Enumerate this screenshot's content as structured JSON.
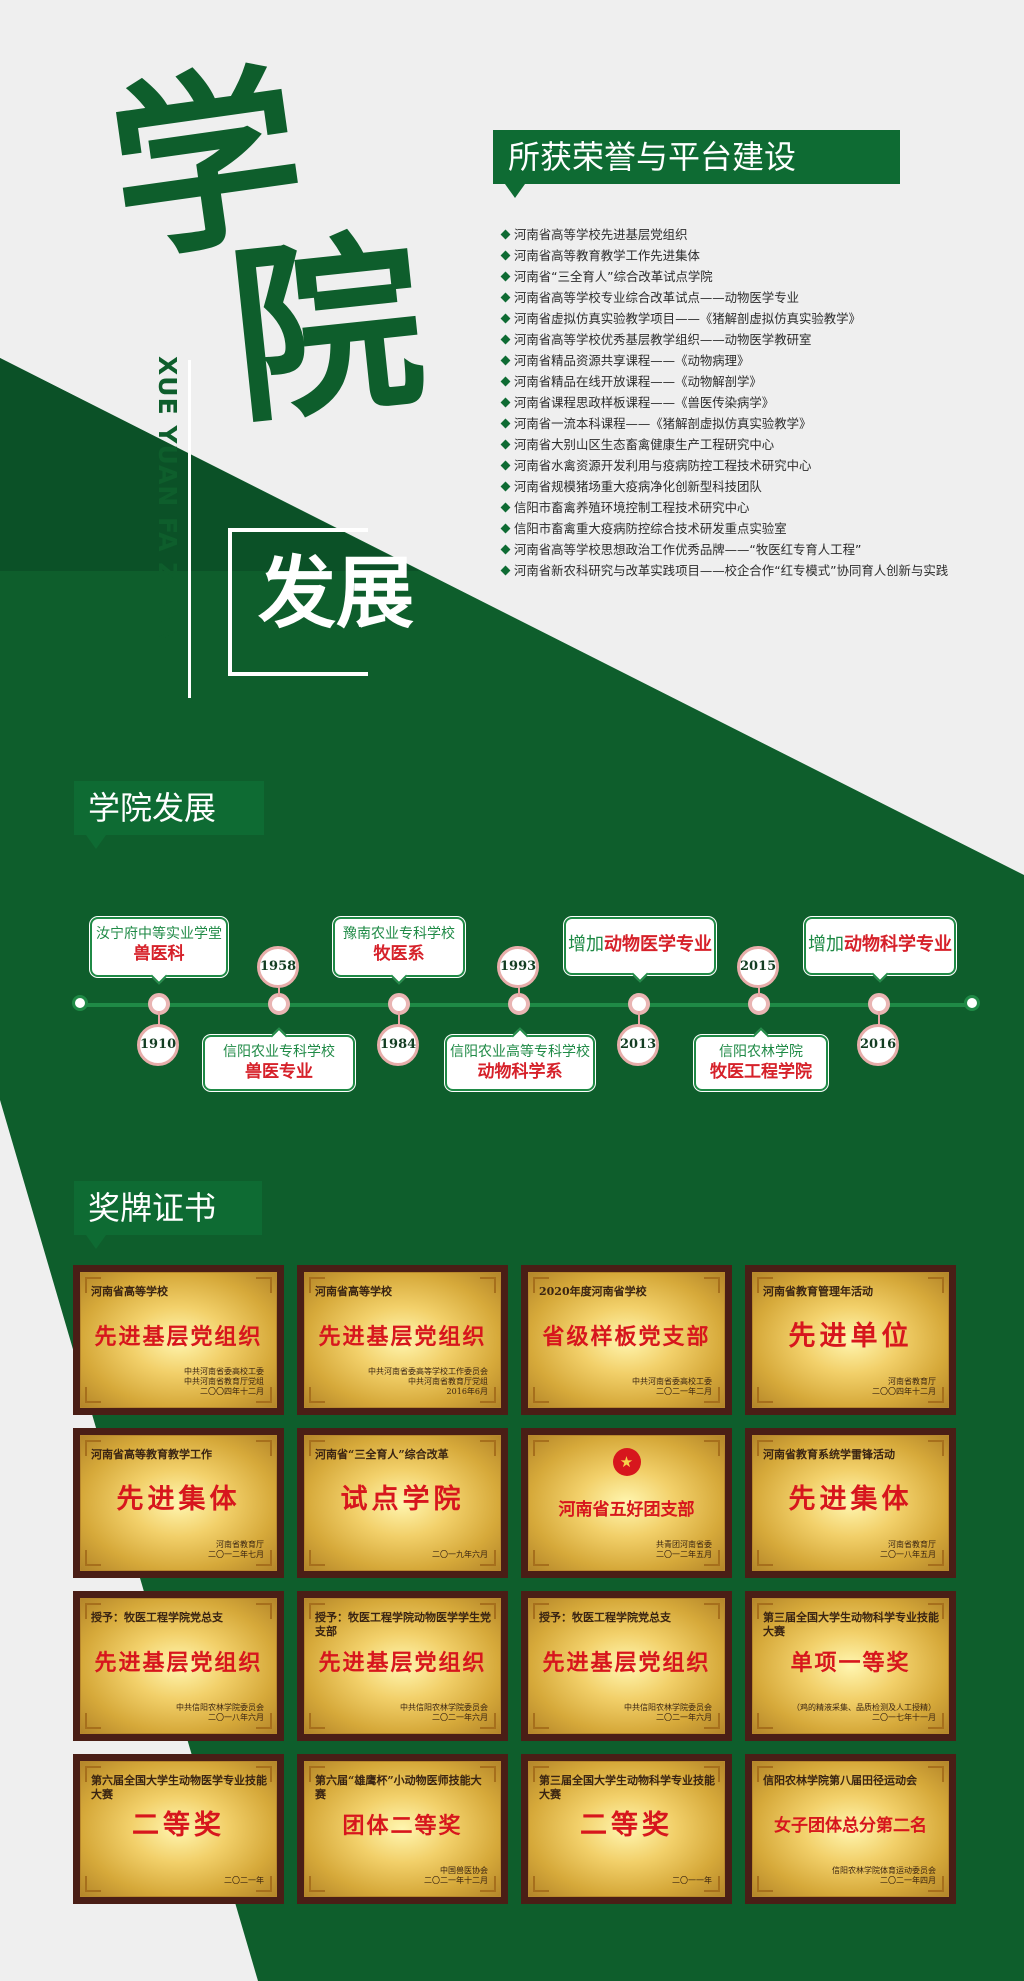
{
  "colors": {
    "green_dark": "#0e5e2c",
    "green": "#1f8a46",
    "red": "#d6212a",
    "background": "#efefef"
  },
  "hero": {
    "char1": "学",
    "char2": "院",
    "pinyin": "XUE YUAN FA ZHAN",
    "subtitle": "发展"
  },
  "honors": {
    "heading": "所获荣誉与平台建设",
    "items": [
      "河南省高等学校先进基层党组织",
      "河南省高等教育教学工作先进集体",
      "河南省“三全育人”综合改革试点学院",
      "河南省高等学校专业综合改革试点——动物医学专业",
      "河南省虚拟仿真实验教学项目——《猪解剖虚拟仿真实验教学》",
      "河南省高等学校优秀基层教学组织——动物医学教研室",
      "河南省精品资源共享课程——《动物病理》",
      "河南省精品在线开放课程——《动物解剖学》",
      "河南省课程思政样板课程——《兽医传染病学》",
      "河南省一流本科课程——《猪解剖虚拟仿真实验教学》",
      "河南省大别山区生态畜禽健康生产工程研究中心",
      "河南省水禽资源开发利用与疫病防控工程技术研究中心",
      "河南省规模猪场重大疫病净化创新型科技团队",
      "信阳市畜禽养殖环境控制工程技术研究中心",
      "信阳市畜禽重大疫病防控综合技术研发重点实验室",
      "河南省高等学校思想政治工作优秀品牌——“牧医红专育人工程”",
      "河南省新农科研究与改革实践项目——校企合作“红专模式”协同育人创新与实践"
    ]
  },
  "timeline": {
    "heading": "学院发展",
    "years": [
      "1910",
      "1958",
      "1984",
      "1993",
      "2013",
      "2015",
      "2016"
    ],
    "events": [
      {
        "line1": "汝宁府中等实业学堂",
        "line2": "兽医科"
      },
      {
        "line1": "信阳农业专科学校",
        "line2": "兽医专业"
      },
      {
        "line1": "豫南农业专科学校",
        "line2": "牧医系"
      },
      {
        "line1": "信阳农业高等专科学校",
        "line2": "动物科学系"
      },
      {
        "line1": "增加",
        "line2": "动物医学专业"
      },
      {
        "line1": "信阳农林学院",
        "line2": "牧医工程学院"
      },
      {
        "line1": "增加",
        "line2": "动物科学专业"
      }
    ]
  },
  "awards": {
    "heading": "奖牌证书",
    "plaques": [
      {
        "head": "河南省高等学校",
        "title": "先进基层党组织",
        "foot1": "中共河南省委高校工委",
        "foot2": "中共河南省教育厅党组",
        "foot3": "二〇〇四年十二月"
      },
      {
        "head": "河南省高等学校",
        "title": "先进基层党组织",
        "foot1": "中共河南省委高等学校工作委员会",
        "foot2": "中共河南省教育厅党组",
        "foot3": "2016年6月"
      },
      {
        "head": "2020年度河南省学校",
        "title": "省级样板党支部",
        "foot1": "中共河南省委高校工委",
        "foot2": "二〇二一年二月",
        "foot3": ""
      },
      {
        "head": "河南省教育管理年活动",
        "title": "先进单位",
        "foot1": "河南省教育厅",
        "foot2": "二〇〇四年十二月",
        "foot3": ""
      },
      {
        "head": "河南省高等教育教学工作",
        "title": "先进集体",
        "foot1": "河南省教育厅",
        "foot2": "二〇一二年七月",
        "foot3": ""
      },
      {
        "head": "河南省“三全育人”综合改革",
        "title": "试点学院",
        "foot1": "二〇一九年六月",
        "foot2": "",
        "foot3": ""
      },
      {
        "head": "",
        "title": "河南省五好团支部",
        "foot1": "共青团河南省委",
        "foot2": "二〇一二年五月",
        "foot3": ""
      },
      {
        "head": "河南省教育系统学雷锋活动",
        "title": "先进集体",
        "foot1": "河南省教育厅",
        "foot2": "二〇一八年五月",
        "foot3": ""
      },
      {
        "head": "授予：牧医工程学院党总支",
        "title": "先进基层党组织",
        "foot1": "中共信阳农林学院委员会",
        "foot2": "二〇一八年六月",
        "foot3": ""
      },
      {
        "head": "授予：牧医工程学院动物医学学生党支部",
        "title": "先进基层党组织",
        "foot1": "中共信阳农林学院委员会",
        "foot2": "二〇二一年六月",
        "foot3": ""
      },
      {
        "head": "授予：牧医工程学院党总支",
        "title": "先进基层党组织",
        "foot1": "中共信阳农林学院委员会",
        "foot2": "二〇二一年六月",
        "foot3": ""
      },
      {
        "head": "第三届全国大学生动物科学专业技能大赛",
        "title": "单项一等奖",
        "foot1": "（鸡的精液采集、品质检测及人工授精）",
        "foot2": "二〇一七年十一月",
        "foot3": ""
      },
      {
        "head": "第六届全国大学生动物医学专业技能大赛",
        "title": "二等奖",
        "foot1": "二〇二一年",
        "foot2": "",
        "foot3": ""
      },
      {
        "head": "第六届“雄鹰杯”小动物医师技能大赛",
        "title": "团体二等奖",
        "foot1": "中国兽医协会",
        "foot2": "二〇二一年十二月",
        "foot3": ""
      },
      {
        "head": "第三届全国大学生动物科学专业技能大赛",
        "title": "二等奖",
        "foot1": "二〇一一年",
        "foot2": "",
        "foot3": ""
      },
      {
        "head": "信阳农林学院第八届田径运动会",
        "title": "女子团体总分第二名",
        "foot1": "信阳农林学院体育运动委员会",
        "foot2": "二〇二一年四月",
        "foot3": ""
      }
    ]
  }
}
